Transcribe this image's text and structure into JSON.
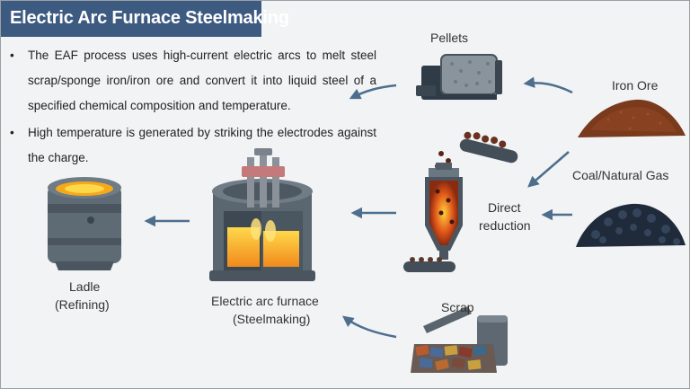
{
  "slide": {
    "title": "Electric Arc Furnace Steelmaking",
    "bullets": [
      "The EAF process uses high-current electric arcs to melt steel scrap/sponge iron/iron ore and convert it into liquid steel of a specified chemical composition and temperature.",
      "High temperature is generated by striking the electrodes against the charge."
    ],
    "bullet_symbol": "•"
  },
  "diagram": {
    "nodes": {
      "pellets": "Pellets",
      "iron_ore": "Iron Ore",
      "coal_gas": "Coal/Natural Gas",
      "direct_reduction_line1": "Direct",
      "direct_reduction_line2": "reduction",
      "scrap": "Scrap",
      "eaf_line1": "Electric arc furnace",
      "eaf_line2": "(Steelmaking)",
      "ladle_line1": "Ladle",
      "ladle_line2": "(Refining)"
    },
    "colors": {
      "title_bar": "#3d5a80",
      "arrow": "#4e6e8e",
      "steel": "#6a7680",
      "molten": "#f4a91c",
      "ore": "#7a3a1c",
      "coal": "#1f2a3a"
    },
    "icons": [
      "pelletizer-icon",
      "iron-ore-pile-icon",
      "coal-pile-icon",
      "shaft-furnace-icon",
      "scrap-bin-icon",
      "electric-arc-furnace-icon",
      "ladle-icon",
      "flow-arrow-icon"
    ]
  }
}
